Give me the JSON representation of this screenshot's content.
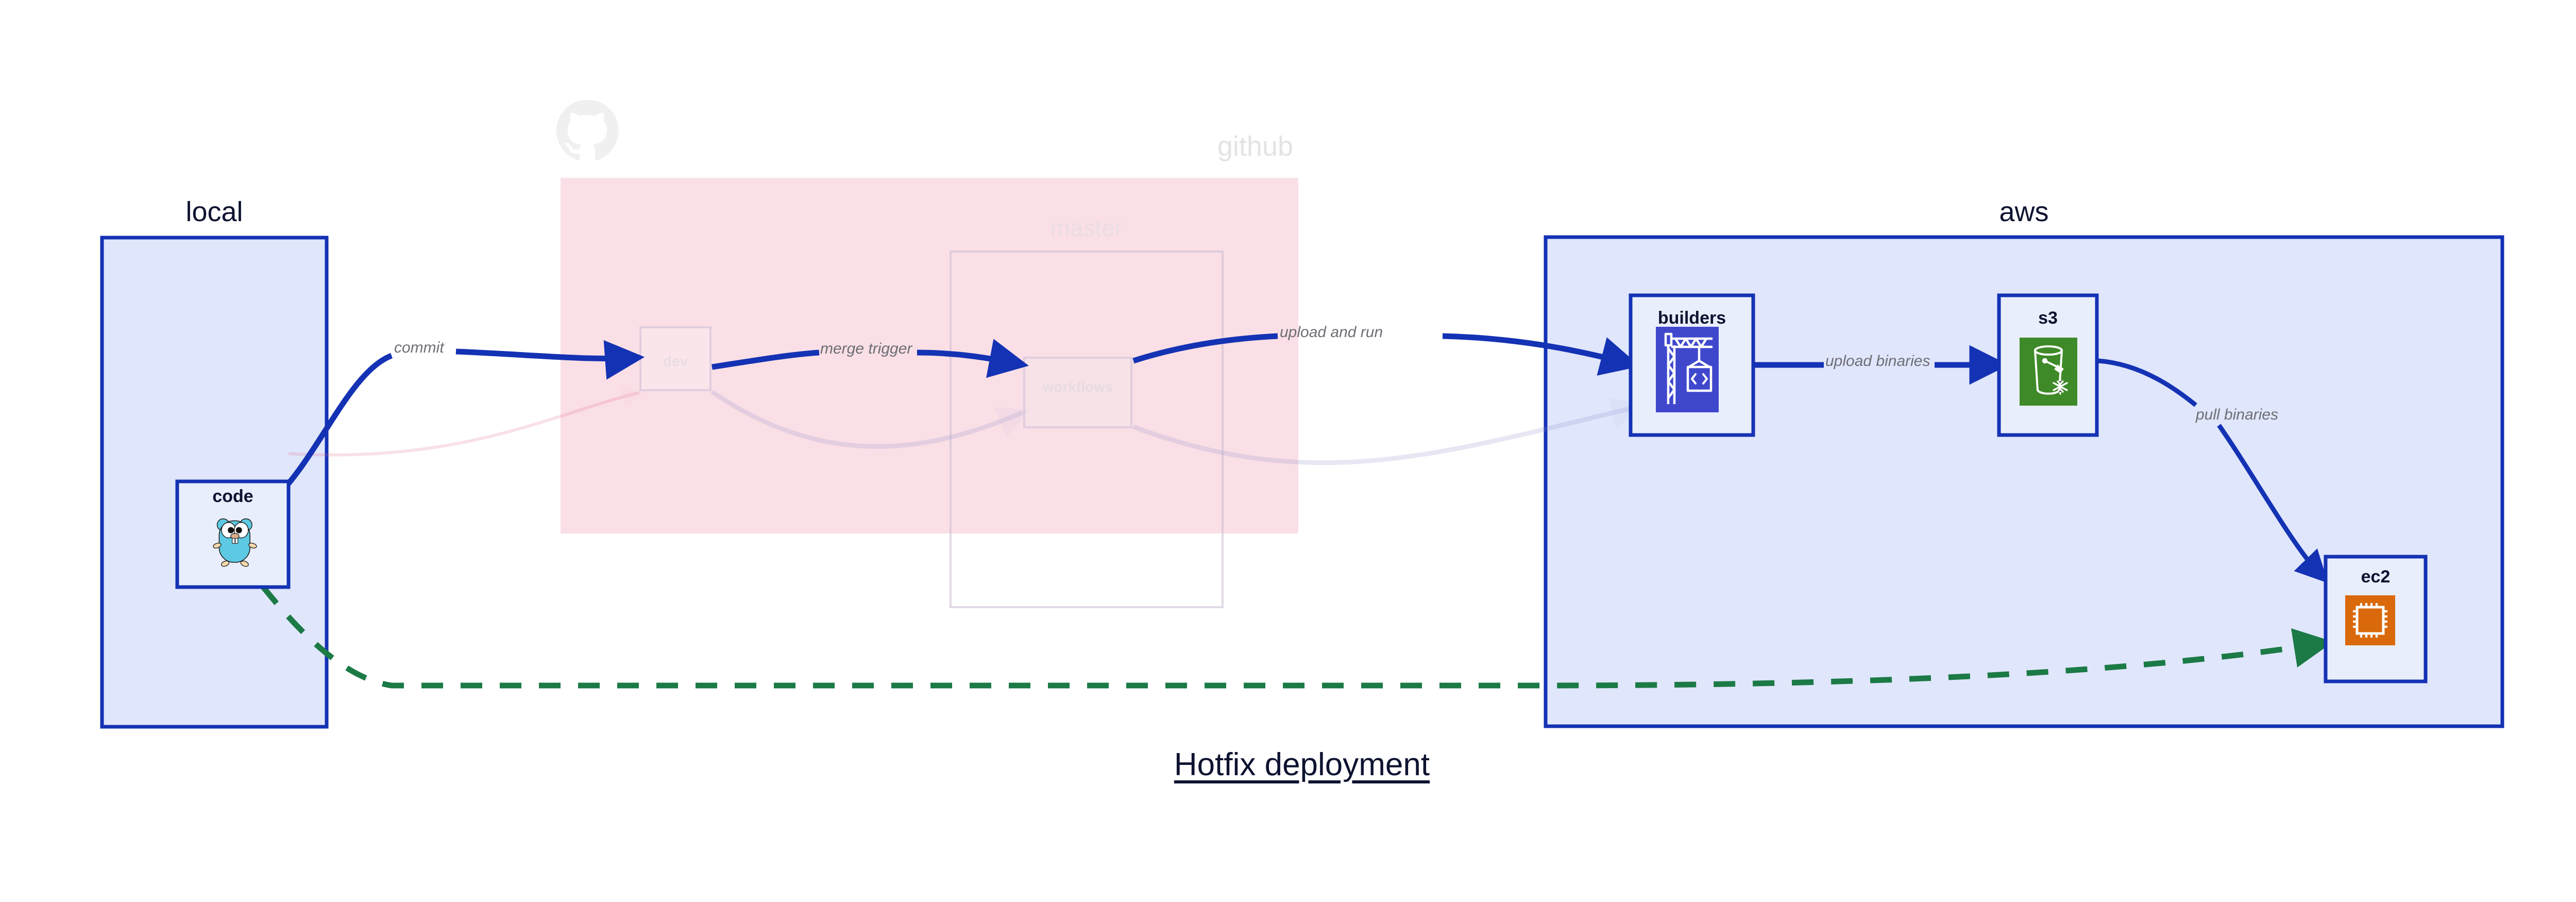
{
  "title": "Hotfix deployment",
  "zones": [
    {
      "id": "local",
      "label": "local",
      "faded": false
    },
    {
      "id": "github",
      "label": "github",
      "faded": true
    },
    {
      "id": "aws",
      "label": "aws",
      "faded": false
    }
  ],
  "groups": [
    {
      "id": "master",
      "label": "master",
      "faded": true
    }
  ],
  "nodes": [
    {
      "id": "code",
      "label": "code",
      "icon": "go-gopher-icon",
      "faded": false
    },
    {
      "id": "dev",
      "label": "dev",
      "icon": "none",
      "faded": true
    },
    {
      "id": "workflows",
      "label": "workflows",
      "icon": "none",
      "faded": true
    },
    {
      "id": "builders",
      "label": "builders",
      "icon": "aws-codebuild-crane-icon",
      "faded": false
    },
    {
      "id": "s3",
      "label": "s3",
      "icon": "aws-s3-glacier-bucket-icon",
      "faded": false
    },
    {
      "id": "ec2",
      "label": "ec2",
      "icon": "aws-ec2-chip-icon",
      "faded": false
    }
  ],
  "edges": [
    {
      "id": "commit",
      "label": "commit",
      "from": "code",
      "to": "dev",
      "style": "solid",
      "color": "#1432b4",
      "faded": false
    },
    {
      "id": "merge-trigger",
      "label": "merge trigger",
      "from": "dev",
      "to": "workflows",
      "style": "solid",
      "color": "#1432b4",
      "faded": false
    },
    {
      "id": "upload-and-run",
      "label": "upload and run",
      "from": "workflows",
      "to": "builders",
      "style": "solid",
      "color": "#1432b4",
      "faded": false
    },
    {
      "id": "upload-binaries",
      "label": "upload binaries",
      "from": "builders",
      "to": "s3",
      "style": "solid",
      "color": "#1432b4",
      "faded": false
    },
    {
      "id": "pull-binaries",
      "label": "pull binaries",
      "from": "s3",
      "to": "ec2",
      "style": "solid",
      "color": "#1432b4",
      "faded": false
    },
    {
      "id": "hotfix-direct",
      "label": "",
      "from": "code",
      "to": "ec2",
      "style": "dashed",
      "color": "#1b7a46",
      "faded": false
    }
  ],
  "colors": {
    "zone_blue_fill": "#e0e6fb",
    "zone_blue_stroke": "#1432b4",
    "zone_pink_fill": "#fadfe6",
    "node_fill": "#e9eefd",
    "accent_blue": "#1432b4",
    "accent_green": "#1b7a46",
    "accent_orange": "#d9690b",
    "accent_s3_green": "#3e8a28",
    "accent_codebuild": "#3f48cc",
    "label_gray": "#6e6e75",
    "title_navy": "#0d1330"
  }
}
